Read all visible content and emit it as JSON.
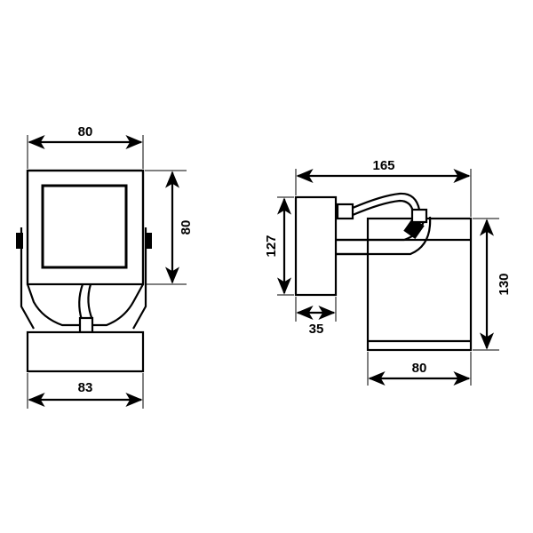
{
  "front_view": {
    "width_top": "80",
    "height_right": "80",
    "width_bottom": "83"
  },
  "side_view": {
    "overall_length": "165",
    "plate_height": "127",
    "plate_depth": "35",
    "body_height": "130",
    "body_width": "80"
  },
  "colors": {
    "line": "#000000",
    "background": "#ffffff"
  }
}
